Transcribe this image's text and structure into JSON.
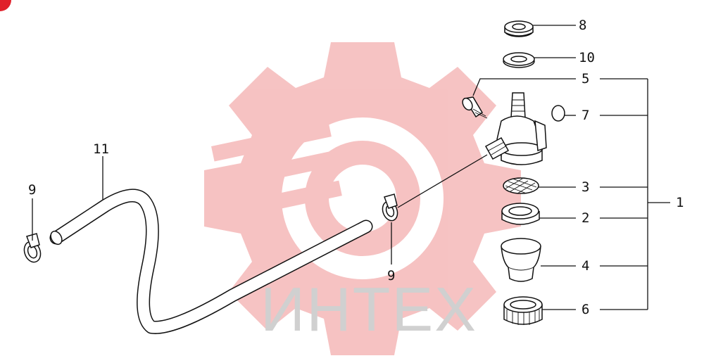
{
  "watermark": {
    "text": "ИНТЕХ",
    "color": "#f5b8b8"
  },
  "corner_mark": {
    "color": "#e0202a"
  },
  "callouts": [
    {
      "id": "c8",
      "label": "8"
    },
    {
      "id": "c10",
      "label": "10"
    },
    {
      "id": "c5",
      "label": "5"
    },
    {
      "id": "c7",
      "label": "7"
    },
    {
      "id": "c3",
      "label": "3"
    },
    {
      "id": "c2",
      "label": "2"
    },
    {
      "id": "c4",
      "label": "4"
    },
    {
      "id": "c6",
      "label": "6"
    },
    {
      "id": "c1",
      "label": "1"
    },
    {
      "id": "c11",
      "label": "11"
    },
    {
      "id": "c9a",
      "label": "9"
    },
    {
      "id": "c9b",
      "label": "9"
    }
  ]
}
